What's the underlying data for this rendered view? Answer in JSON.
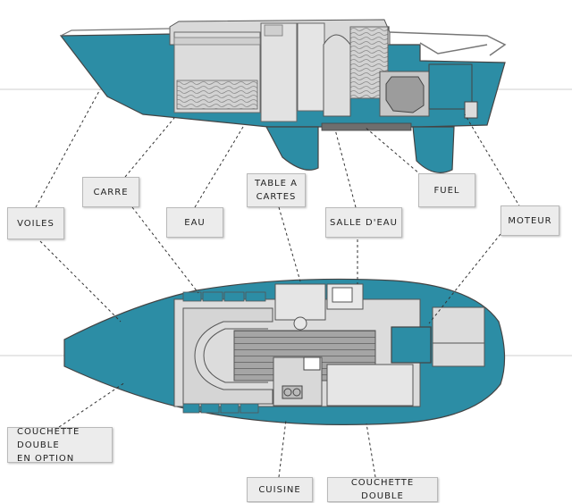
{
  "labels": {
    "voiles": "VOILES",
    "carre": "CARRE",
    "eau": "EAU",
    "table_a_cartes": "TABLE A\nCARTES",
    "salle_d_eau": "SALLE D'EAU",
    "fuel": "FUEL",
    "moteur": "MOTEUR",
    "couchette_double_option": "COUCHETTE DOUBLE\nEN OPTION",
    "cuisine": "CUISINE",
    "couchette_double": "COUCHETTE DOUBLE"
  },
  "colors": {
    "hull_blue": "#2c8da5",
    "interior_gray": "#dcdcdc",
    "floor_gray": "#a5a5a5",
    "dark_line": "#555555"
  }
}
